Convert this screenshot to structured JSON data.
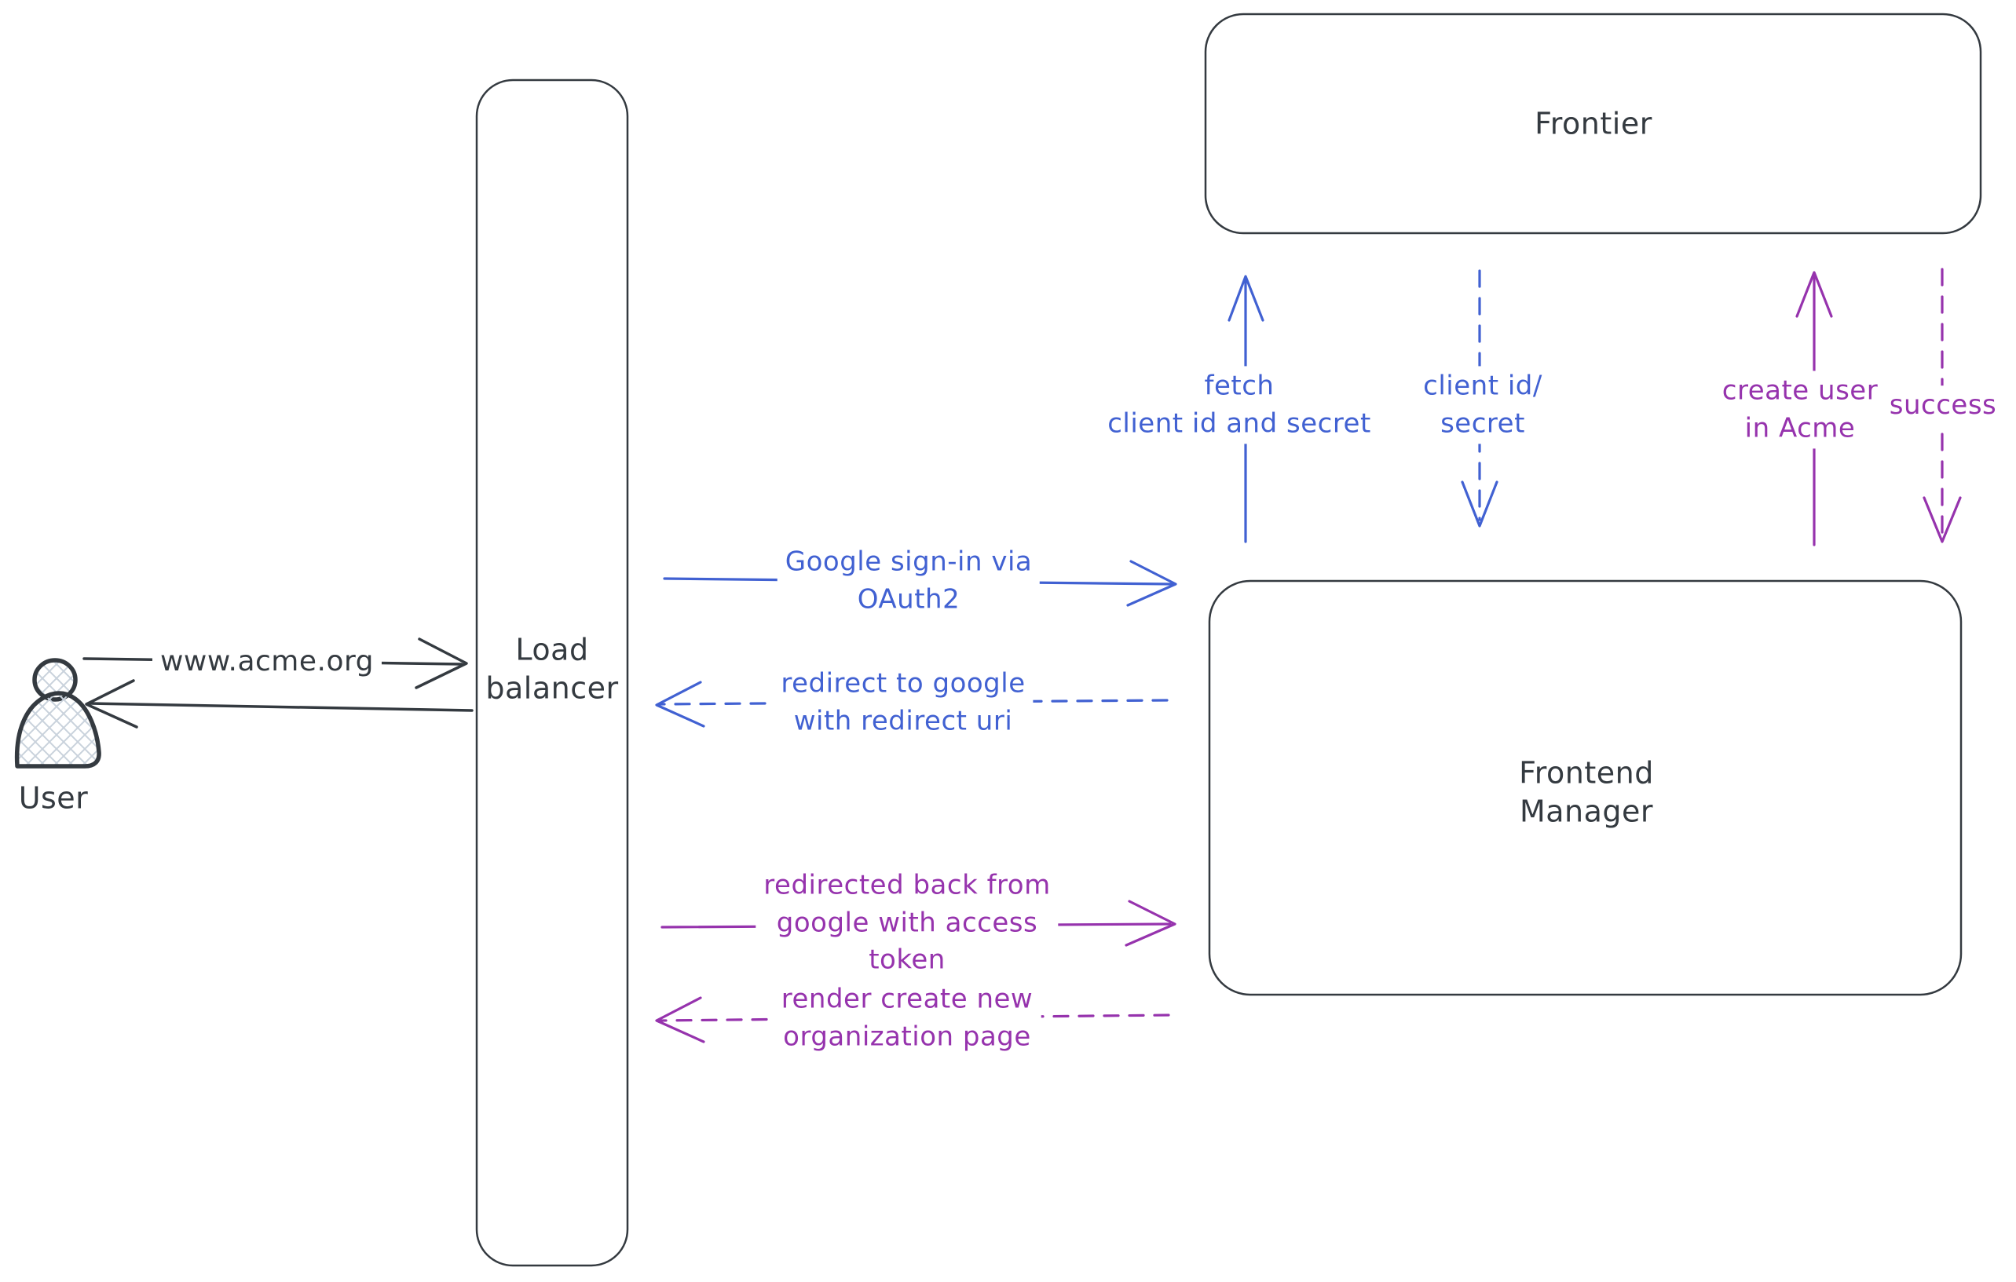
{
  "colors": {
    "stroke_dark": "#343a40",
    "flow_blue": "#4161d2",
    "flow_purple": "#9633ad",
    "hatch": "#c9d2dc",
    "background": "#ffffff"
  },
  "labels": {
    "user": "User",
    "load_balancer": "Load\nbalancer",
    "frontier": "Frontier",
    "frontend_manager": "Frontend\nManager",
    "www": "www.acme.org",
    "google_signin": "Google sign-in via\nOAuth2",
    "redirect_google": "redirect to google\nwith redirect uri",
    "redirected_back": "redirected back from\ngoogle with access\ntoken",
    "render_org_page": "render create new\norganization page",
    "fetch_client": "fetch\nclient id and secret",
    "client_id_secret": "client id/\nsecret",
    "create_user": "create user\nin Acme",
    "success": "success"
  },
  "flows": [
    {
      "from": "user",
      "to": "load_balancer",
      "label": "www.acme.org",
      "line": "solid",
      "color": "dark"
    },
    {
      "from": "load_balancer",
      "to": "user",
      "label": "",
      "line": "solid",
      "color": "dark"
    },
    {
      "from": "load_balancer",
      "to": "frontend_manager",
      "label": "Google sign-in via OAuth2",
      "line": "solid",
      "color": "blue"
    },
    {
      "from": "frontend_manager",
      "to": "load_balancer",
      "label": "redirect to google with redirect uri",
      "line": "dashed",
      "color": "blue"
    },
    {
      "from": "frontend_manager",
      "to": "frontier",
      "label": "fetch client id and secret",
      "line": "solid",
      "color": "blue"
    },
    {
      "from": "frontier",
      "to": "frontend_manager",
      "label": "client id/ secret",
      "line": "dashed",
      "color": "blue"
    },
    {
      "from": "load_balancer",
      "to": "frontend_manager",
      "label": "redirected back from google with access token",
      "line": "solid",
      "color": "purple"
    },
    {
      "from": "frontend_manager",
      "to": "load_balancer",
      "label": "render create new organization page",
      "line": "dashed",
      "color": "purple"
    },
    {
      "from": "frontend_manager",
      "to": "frontier",
      "label": "create user in Acme",
      "line": "solid",
      "color": "purple"
    },
    {
      "from": "frontier",
      "to": "frontend_manager",
      "label": "success",
      "line": "dashed",
      "color": "purple"
    }
  ]
}
